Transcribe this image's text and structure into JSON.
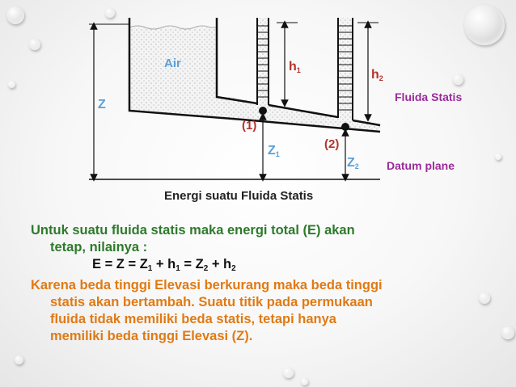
{
  "diagram": {
    "air_label": "Air",
    "z_label": "Z",
    "h1_label": "h",
    "h1_sub": "1",
    "h2_label": "h",
    "h2_sub": "2",
    "point1_label": "(1)",
    "point2_label": "(2)",
    "z1_label": "Z",
    "z1_sub": "1",
    "z2_label": "Z",
    "z2_sub": "2",
    "fluida_statis": "Fluida Statis",
    "datum_plane": "Datum plane",
    "caption": "Energi suatu Fluida Statis"
  },
  "body_text": {
    "para1_line1": "Untuk suatu fluida statis maka energi total (E) akan",
    "para1_line2": "tetap, nilainya :",
    "equation": {
      "p1": "E = Z = Z",
      "s1": "1",
      "p2": " + h",
      "s2": "1",
      "p3": " = Z",
      "s3": "2",
      "p4": " + h",
      "s4": "2"
    },
    "para2_line1": "Karena beda tinggi Elevasi berkurang maka beda tinggi",
    "para2_line2": "statis akan bertambah. Suatu titik pada permukaan",
    "para2_line3": "fluida tidak memiliki beda statis, tetapi hanya",
    "para2_line4": "memiliki beda tinggi Elevasi (Z)."
  },
  "colors": {
    "green_text": "#2e7a2c",
    "orange_text": "#e07a14",
    "blue_label": "#5aa0d8",
    "purple_label": "#9b2a9b"
  }
}
